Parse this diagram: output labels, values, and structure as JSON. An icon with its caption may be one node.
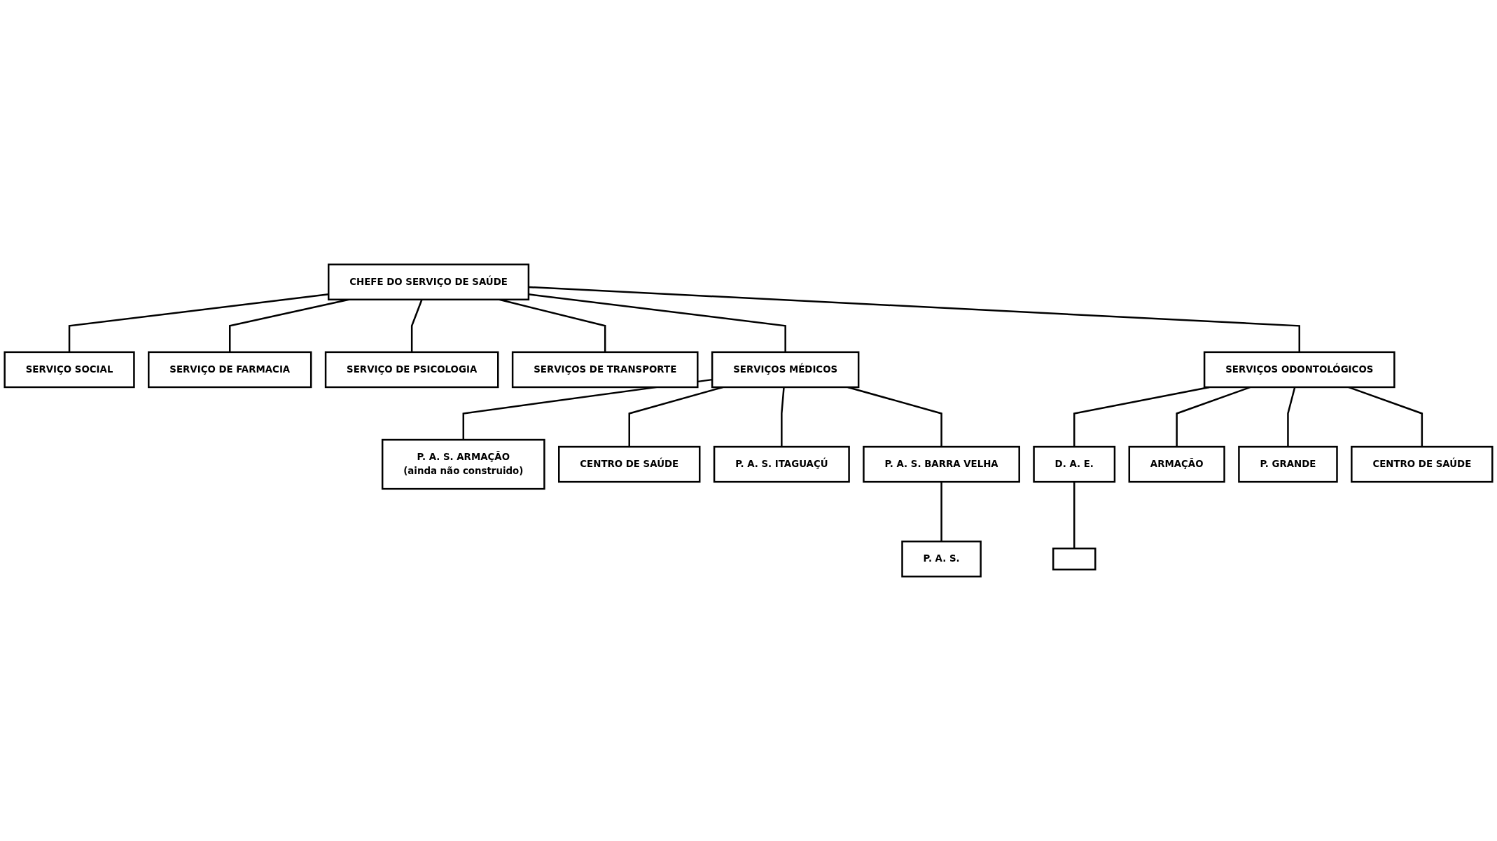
{
  "diagram": {
    "nodes": [
      {
        "text": [
          "CHEFE DO SERVIÇO DE SAÚDE"
        ]
      },
      {
        "text": [
          "SERVIÇO SOCIAL"
        ]
      },
      {
        "text": [
          "SERVIÇO DE FARMACIA"
        ]
      },
      {
        "text": [
          "SERVIÇO DE PSICOLOGIA"
        ]
      },
      {
        "text": [
          "SERVIÇOS DE TRANSPORTE"
        ]
      },
      {
        "text": [
          "SERVIÇOS MÉDICOS"
        ]
      },
      {
        "text": [
          "SERVIÇOS ODONTOLÓGICOS"
        ]
      },
      {
        "text": [
          "P. A. S. ARMAÇÃO",
          "(ainda não construido)"
        ]
      },
      {
        "text": [
          "CENTRO DE SAÚDE"
        ]
      },
      {
        "text": [
          "P. A. S. ITAGUAÇÚ"
        ]
      },
      {
        "text": [
          "P. A. S. BARRA VELHA"
        ]
      },
      {
        "text": [
          "D. A. E."
        ]
      },
      {
        "text": [
          "ARMAÇÃO"
        ]
      },
      {
        "text": [
          "P. GRANDE"
        ]
      },
      {
        "text": [
          "CENTRO DE SAÚDE"
        ]
      },
      {
        "text": [
          "P. A. S."
        ]
      },
      {
        "text": [],
        "shape": "box"
      }
    ],
    "edges": [
      {
        "from": 0,
        "to": 1,
        "arrow": "none"
      },
      {
        "from": 0,
        "to": 2,
        "arrow": "none"
      },
      {
        "from": 0,
        "to": 3,
        "arrow": "none"
      },
      {
        "from": 0,
        "to": 4,
        "arrow": "none"
      },
      {
        "from": 0,
        "to": 5,
        "arrow": "none"
      },
      {
        "from": 0,
        "to": 6,
        "arrow": "none"
      },
      {
        "from": 5,
        "to": 7,
        "arrow": "none"
      },
      {
        "from": 5,
        "to": 8,
        "arrow": "none"
      },
      {
        "from": 5,
        "to": 9,
        "arrow": "none"
      },
      {
        "from": 5,
        "to": 10,
        "arrow": "none"
      },
      {
        "from": 6,
        "to": 11,
        "arrow": "none"
      },
      {
        "from": 6,
        "to": 12,
        "arrow": "none"
      },
      {
        "from": 6,
        "to": 13,
        "arrow": "none"
      },
      {
        "from": 6,
        "to": 14,
        "arrow": "none"
      },
      {
        "from": 10,
        "to": 15,
        "arrow": "none"
      },
      {
        "from": 11,
        "to": 16,
        "arrow": "none"
      }
    ]
  }
}
